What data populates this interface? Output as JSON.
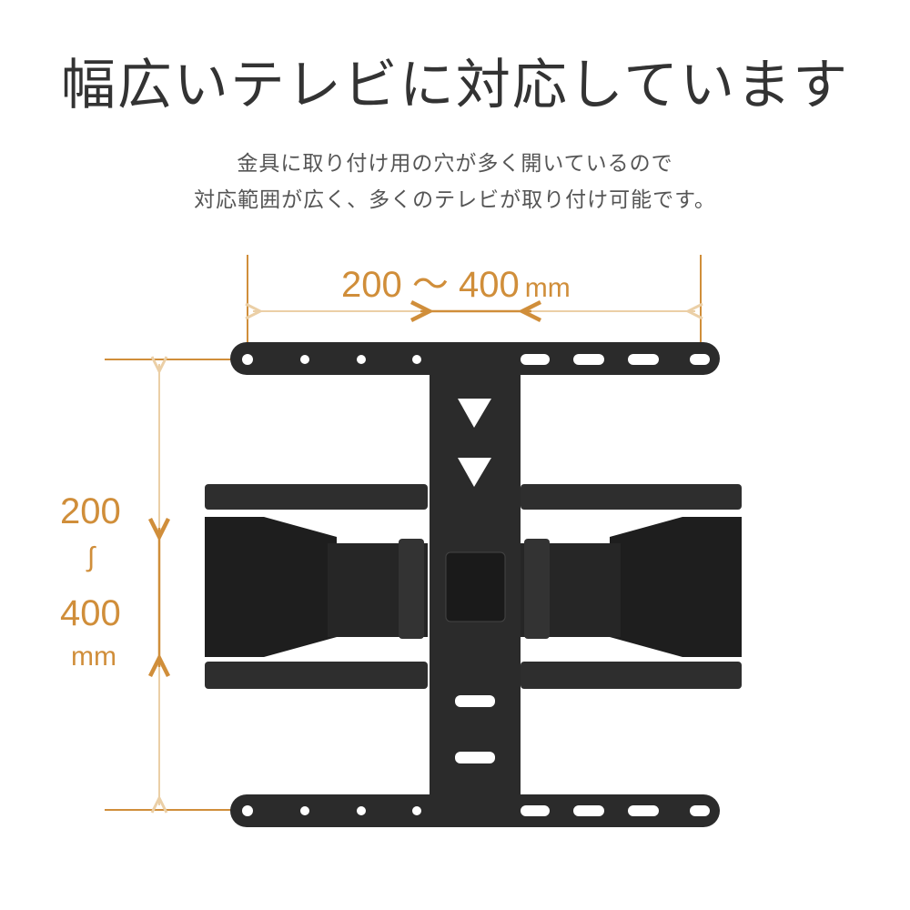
{
  "heading": "幅広いテレビに対応しています",
  "description": [
    "金具に取り付け用の穴が多く開いているので",
    "対応範囲が広く、多くのテレビが取り付け可能です。"
  ],
  "width_dimension": {
    "min": "200",
    "separator": "〜",
    "max": "400",
    "unit": "mm"
  },
  "height_dimension": {
    "min": "200",
    "separator": "∫",
    "max": "400",
    "unit": "mm"
  },
  "colors": {
    "accent": "#d08e3a",
    "accent_light": "#ebcfa6",
    "bracket": "#2b2b2b"
  }
}
